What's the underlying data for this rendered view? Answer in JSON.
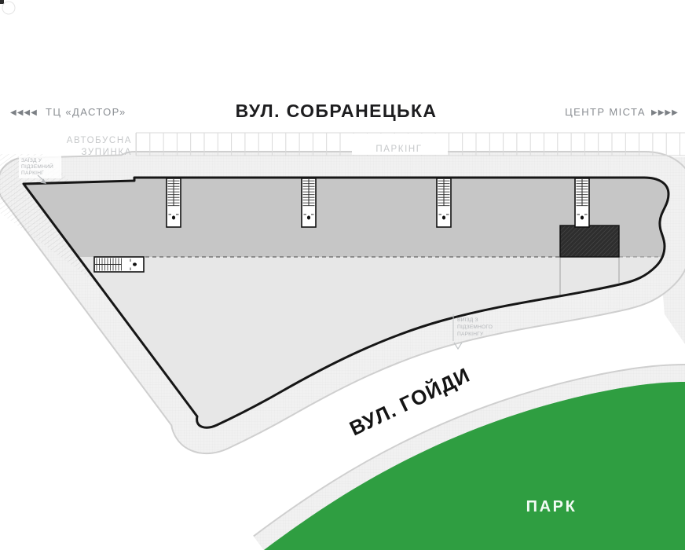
{
  "title_bar": {
    "left_arrows": "◀◀◀◀",
    "left_label": "ТЦ «ДАСТОР»",
    "street_top": "ВУЛ. СОБРАНЕЦЬКА",
    "right_label": "ЦЕНТР МІСТА",
    "right_arrows": "▶▶▶▶"
  },
  "parking_strip": {
    "bus_stop_line1": "АВТОБУСНА",
    "bus_stop_line2": "ЗУПИНКА",
    "parking_label": "ПАРКІНГ"
  },
  "entrance_label": {
    "line1": "ЗАЇЗД У",
    "line2": "ПІДЗЕМНИЙ",
    "line3": "ПАРКІНГ"
  },
  "exit_label": {
    "line1": "ВИЇЗД З",
    "line2": "ПІДЗЕМНОГО",
    "line3": "ПАРКІНГУ"
  },
  "street_bottom": "ВУЛ. ГОЙДИ",
  "park_label": "ПАРК",
  "colors": {
    "park_green": "#2f9e41",
    "building_upper": "#c6c6c6",
    "building_lower": "#e7e7e7",
    "building_outline": "#161616",
    "dark_block": "#2e2e2e",
    "sidewalk": "#f1f1f1",
    "stall_line": "#d9d9d9"
  }
}
